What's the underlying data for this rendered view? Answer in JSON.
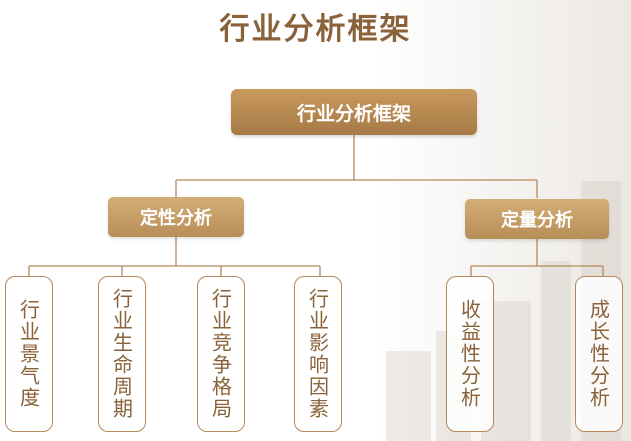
{
  "title": "行业分析框架",
  "root": {
    "label": "行业分析框架"
  },
  "branches": [
    {
      "label": "定性分析",
      "leaves": [
        "行业景气度",
        "行业生命周期",
        "行业竞争格局",
        "行业影响因素"
      ]
    },
    {
      "label": "定量分析",
      "leaves": [
        "收益性分析",
        "成长性分析"
      ]
    }
  ],
  "colors": {
    "title": "#8a6239",
    "box_fill": "#b88e57",
    "line": "#b5895a"
  }
}
